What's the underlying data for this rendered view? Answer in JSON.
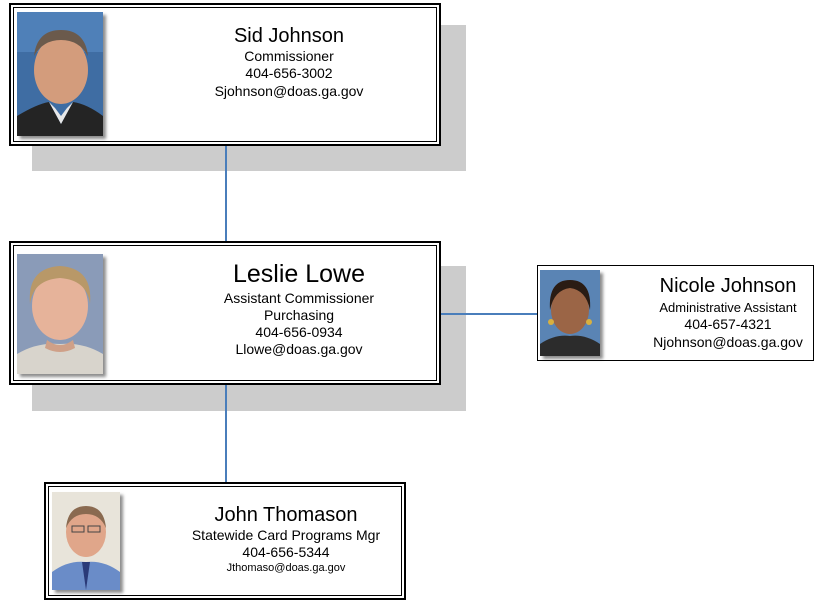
{
  "people": {
    "sid": {
      "name": "Sid Johnson",
      "title": "Commissioner",
      "phone": "404-656-3002",
      "email": "Sjohnson@doas.ga.gov"
    },
    "leslie": {
      "name": "Leslie Lowe",
      "title": "Assistant Commissioner",
      "dept": "Purchasing",
      "phone": "404-656-0934",
      "email": "Llowe@doas.ga.gov"
    },
    "nicole": {
      "name": "Nicole Johnson",
      "title": "Administrative Assistant",
      "phone": "404-657-4321",
      "email": "Njohnson@doas.ga.gov"
    },
    "john": {
      "name": "John Thomason",
      "title": "Statewide Card Programs Mgr",
      "phone": "404-656-5344",
      "email": "Jthomaso@doas.ga.gov"
    }
  },
  "colors": {
    "connector": "#4a7ebb",
    "shadow": "#cccccc",
    "border": "#000000"
  }
}
